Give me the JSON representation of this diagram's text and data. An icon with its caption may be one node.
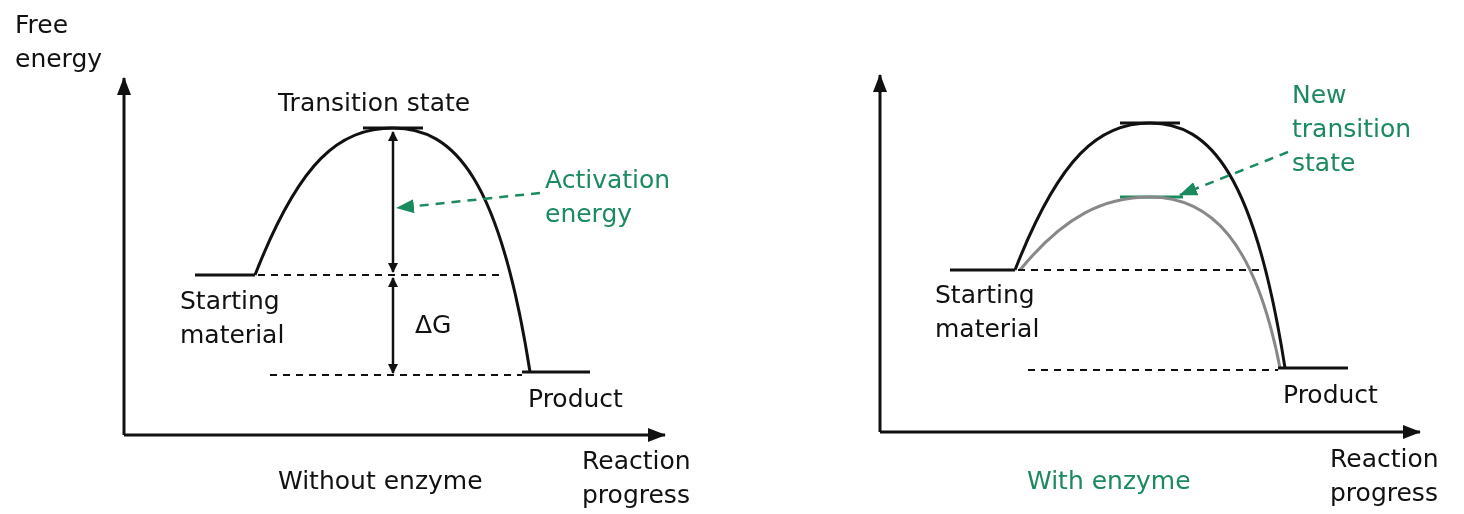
{
  "diagram": {
    "nodes": [
      {
        "text": [
          "Activation energy"
        ]
      },
      {
        "text": [
          "New transition state"
        ]
      },
      {
        "text": [],
        "shape": "arrow"
      },
      {
        "text": [],
        "shape": "bar"
      }
    ],
    "edges": [
      {
        "from": 0,
        "to": 2,
        "arrow": "to",
        "style": "dashed"
      },
      {
        "from": 1,
        "to": 3,
        "arrow": "to",
        "style": "dashed"
      }
    ],
    "labels": [
      "Free energy",
      "Transition state",
      "Starting material",
      "ΔG",
      "Product",
      "Reaction progress",
      "Without enzyme",
      "Starting material",
      "Product",
      "Reaction progress",
      "With enzyme"
    ]
  }
}
